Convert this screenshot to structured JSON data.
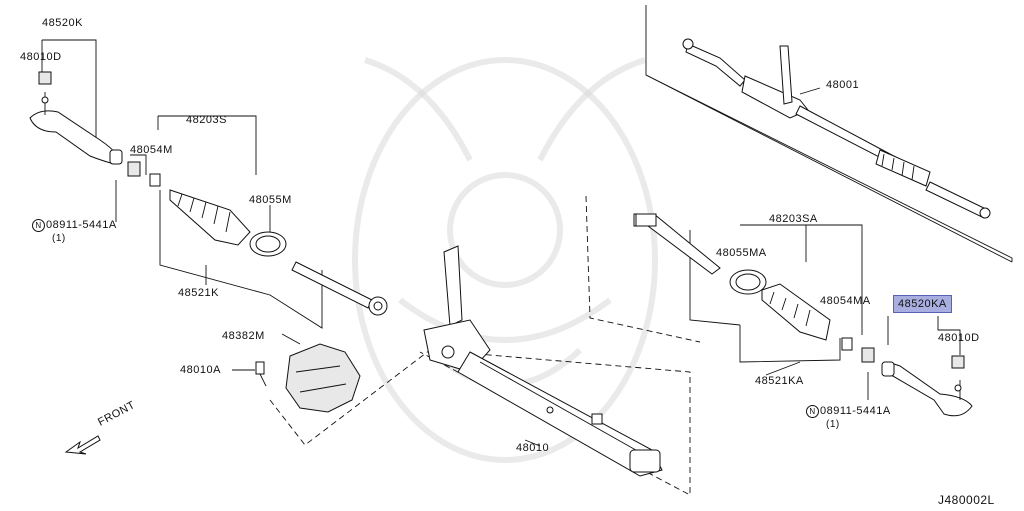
{
  "diagram": {
    "code": "J480002L",
    "front_label": "FRONT",
    "labels": {
      "p48520K": "48520K",
      "p48010D_left": "48010D",
      "p48203S": "48203S",
      "p48054M": "48054M",
      "p48055M": "48055M",
      "p08911_left": "08911-5441A",
      "p08911_left_qty": "(1)",
      "p48521K": "48521K",
      "p48382M": "48382M",
      "p48010A": "48010A",
      "p48010": "48010",
      "p48001": "48001",
      "p48203SA": "48203SA",
      "p48055MA": "48055MA",
      "p48054MA": "48054MA",
      "p48520KA": "48520KA",
      "p48010D_right": "48010D",
      "p48521KA": "48521KA",
      "p08911_right": "08911-5441A",
      "p08911_right_qty": "(1)"
    },
    "highlight_color": "#a9aee0"
  }
}
